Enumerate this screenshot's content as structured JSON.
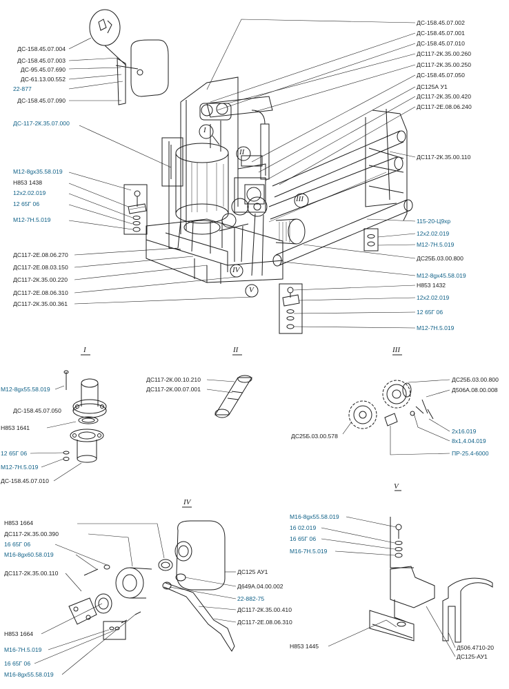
{
  "colors": {
    "ink": "#1a1a1a",
    "highlight": "#0d5f86",
    "paper": "#ffffff"
  },
  "main": {
    "left_labels": [
      {
        "text": "ДС-158.45.07.004",
        "hl": false
      },
      {
        "text": "ДС-158.45.07.003",
        "hl": false
      },
      {
        "text": "ДС-95.45.07.690",
        "hl": false
      },
      {
        "text": "ДС-61.13.00.552",
        "hl": false
      },
      {
        "text": "22-877",
        "hl": true
      },
      {
        "text": "ДС-158.45.07.090",
        "hl": false
      },
      {
        "text": "ДС-117-2К.35.07.000",
        "hl": true
      },
      {
        "text": "М12-8gх35.58.019",
        "hl": true
      },
      {
        "text": "Н853 1438",
        "hl": false
      },
      {
        "text": "12х2.02.019",
        "hl": true
      },
      {
        "text": "12 65Г 06",
        "hl": true
      },
      {
        "text": "М12-7Н.5.019",
        "hl": true
      },
      {
        "text": "ДС117-2Е.08.06.270",
        "hl": false
      },
      {
        "text": "ДС117-2Е.08.03.150",
        "hl": false
      },
      {
        "text": "ДС117-2К.35.00.220",
        "hl": false
      },
      {
        "text": "ДС117-2Е.08.06.310",
        "hl": false
      },
      {
        "text": "ДС117-2К.35.00.361",
        "hl": false
      }
    ],
    "right_labels": [
      {
        "text": "ДС-158.45.07.002",
        "hl": false
      },
      {
        "text": "ДС-158.45.07.001",
        "hl": false
      },
      {
        "text": "ДС-158.45.07.010",
        "hl": false
      },
      {
        "text": "ДС117-2К.35.00.260",
        "hl": false
      },
      {
        "text": "ДС117-2К.35.00.250",
        "hl": false
      },
      {
        "text": "ДС-158.45.07.050",
        "hl": false
      },
      {
        "text": "ДС125А У1",
        "hl": false
      },
      {
        "text": "ДС117-2К.35.00.420",
        "hl": false
      },
      {
        "text": "ДС117-2Е.08.06.240",
        "hl": false
      },
      {
        "text": "ДС117-2К.35.00.110",
        "hl": false
      },
      {
        "text": "115-20-Ц9хр",
        "hl": true
      },
      {
        "text": "12х2.02.019",
        "hl": true
      },
      {
        "text": "М12-7Н.5.019",
        "hl": true
      },
      {
        "text": "ДС25Б.03.00.800",
        "hl": false
      },
      {
        "text": "М12-8gх45.58.019",
        "hl": true
      },
      {
        "text": "Н853 1432",
        "hl": false
      },
      {
        "text": "12х2.02.019",
        "hl": true
      },
      {
        "text": "12 65Г 06",
        "hl": true
      },
      {
        "text": "М12-7Н.5.019",
        "hl": true
      }
    ],
    "callouts": [
      "I",
      "II",
      "III",
      "IV",
      "V"
    ]
  },
  "detail_I": {
    "title": "I",
    "labels": [
      {
        "text": "М12-8gх55.58.019",
        "hl": true
      },
      {
        "text": "ДС-158.45.07.050",
        "hl": false
      },
      {
        "text": "Н853 1641",
        "hl": false
      },
      {
        "text": "12 65Г 06",
        "hl": true
      },
      {
        "text": "М12-7Н.5.019",
        "hl": true
      },
      {
        "text": "ДС-158.45.07.010",
        "hl": false
      }
    ]
  },
  "detail_II": {
    "title": "II",
    "labels": [
      {
        "text": "ДС117-2К.00.10.210",
        "hl": false
      },
      {
        "text": "ДС117-2К.00.07.001",
        "hl": false
      }
    ]
  },
  "detail_III": {
    "title": "III",
    "labels": [
      {
        "text": "ДС25Б.03.00.800",
        "hl": false
      },
      {
        "text": "Д506А.08.00.008",
        "hl": false
      },
      {
        "text": "2х16.019",
        "hl": true
      },
      {
        "text": "8х1,4.04.019",
        "hl": true
      },
      {
        "text": "ПР-25.4-6000",
        "hl": true
      },
      {
        "text": "ДС25Б.03.00.578",
        "hl": false
      }
    ]
  },
  "detail_IV": {
    "title": "IV",
    "labels": [
      {
        "text": "Н853 1664",
        "hl": false
      },
      {
        "text": "ДС117-2К.35.00.390",
        "hl": false
      },
      {
        "text": "16 65Г 06",
        "hl": true
      },
      {
        "text": "М16-8gх60.58.019",
        "hl": true
      },
      {
        "text": "ДС117-2К.35.00.110",
        "hl": false
      },
      {
        "text": "Н853 1664",
        "hl": false
      },
      {
        "text": "М16-7Н.5.019",
        "hl": true
      },
      {
        "text": "16 65Г 06",
        "hl": true
      },
      {
        "text": "М16-8gх55.58.019",
        "hl": true
      },
      {
        "text": "ДС125 АУ1",
        "hl": false
      },
      {
        "text": "Д649А.04.00.002",
        "hl": false
      },
      {
        "text": "22-882-75",
        "hl": true
      },
      {
        "text": "ДС117-2К.35.00.410",
        "hl": false
      },
      {
        "text": "ДС117-2Е.08.06.310",
        "hl": false
      }
    ]
  },
  "detail_V": {
    "title": "V",
    "labels": [
      {
        "text": "М16-8gх55.58.019",
        "hl": true
      },
      {
        "text": "16 02.019",
        "hl": true
      },
      {
        "text": "16 65Г 06",
        "hl": true
      },
      {
        "text": "М16-7Н.5.019",
        "hl": true
      },
      {
        "text": "Н853 1445",
        "hl": false
      },
      {
        "text": "Д506.4710-20",
        "hl": false
      },
      {
        "text": "ДС125-АУ1",
        "hl": false
      }
    ]
  }
}
